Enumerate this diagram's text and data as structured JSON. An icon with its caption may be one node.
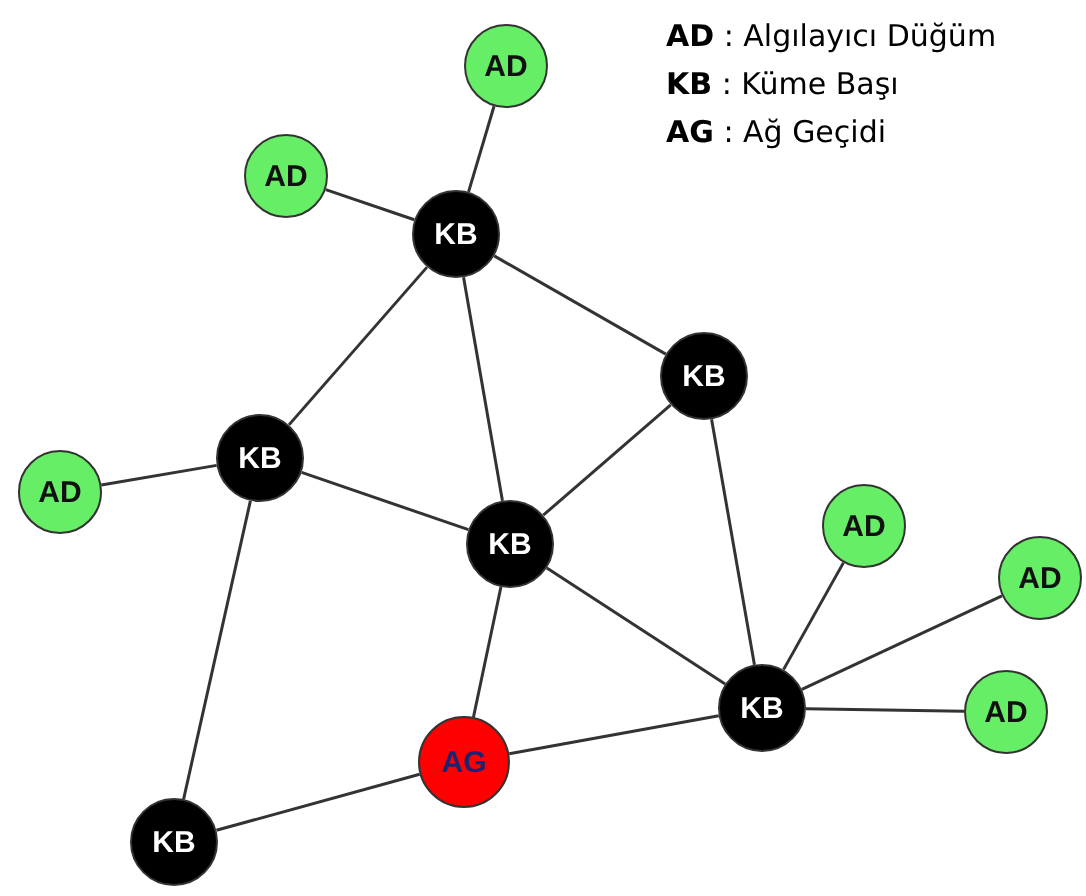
{
  "diagram": {
    "nodes": [
      {
        "text": [
          "AD"
        ]
      },
      {
        "text": [
          "AD"
        ]
      },
      {
        "text": [
          "KB"
        ]
      },
      {
        "text": [
          "KB"
        ]
      },
      {
        "text": [
          "KB"
        ]
      },
      {
        "text": [
          "AD"
        ]
      },
      {
        "text": [
          "AD"
        ]
      },
      {
        "text": [
          "KB"
        ]
      },
      {
        "text": [
          "AD"
        ]
      },
      {
        "text": [
          "KB"
        ]
      },
      {
        "text": [
          "AD"
        ]
      },
      {
        "text": [
          "AG"
        ]
      },
      {
        "text": [
          "KB"
        ]
      }
    ],
    "edges": [
      {
        "from": 0,
        "to": 2,
        "arrow": "none"
      },
      {
        "from": 1,
        "to": 2,
        "arrow": "none"
      },
      {
        "from": 2,
        "to": 4,
        "arrow": "none"
      },
      {
        "from": 2,
        "to": 3,
        "arrow": "none"
      },
      {
        "from": 2,
        "to": 7,
        "arrow": "none"
      },
      {
        "from": 5,
        "to": 4,
        "arrow": "none"
      },
      {
        "from": 4,
        "to": 7,
        "arrow": "none"
      },
      {
        "from": 4,
        "to": 12,
        "arrow": "none"
      },
      {
        "from": 3,
        "to": 7,
        "arrow": "none"
      },
      {
        "from": 3,
        "to": 9,
        "arrow": "none"
      },
      {
        "from": 7,
        "to": 9,
        "arrow": "none"
      },
      {
        "from": 7,
        "to": 11,
        "arrow": "none"
      },
      {
        "from": 11,
        "to": 9,
        "arrow": "none"
      },
      {
        "from": 11,
        "to": 12,
        "arrow": "none"
      },
      {
        "from": 9,
        "to": 6,
        "arrow": "none"
      },
      {
        "from": 9,
        "to": 8,
        "arrow": "none"
      },
      {
        "from": 9,
        "to": 10,
        "arrow": "none"
      }
    ],
    "labels": [
      "**AD** : Algılayıcı Düğüm",
      "**KB** : Küme Başı",
      "**AG** : Ağ Geçidi"
    ]
  }
}
